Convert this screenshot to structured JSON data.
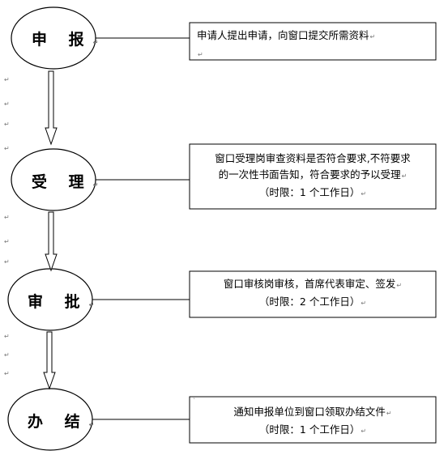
{
  "steps": [
    {
      "label": "申 报",
      "description": [
        "申请人提出申请，向窗口提交所需资料"
      ]
    },
    {
      "label": "受 理",
      "description": [
        "窗口受理岗审查资料是否符合要求,不符要求",
        "的一次性书面告知，符合要求的予以受理",
        "（时限：1 个工作日）"
      ]
    },
    {
      "label": "审 批",
      "description": [
        "窗口审核岗审核，首席代表审定、签发",
        "（时限：2 个工作日）"
      ]
    },
    {
      "label": "办 结",
      "description": [
        "通知申报单位到窗口领取办结文件",
        "（时限：1 个工作日）"
      ]
    }
  ],
  "paragraph_mark": "↵",
  "stray_mark": "`",
  "colors": {
    "stroke": "#000000",
    "paragraph_mark": "#7a7a7a"
  }
}
